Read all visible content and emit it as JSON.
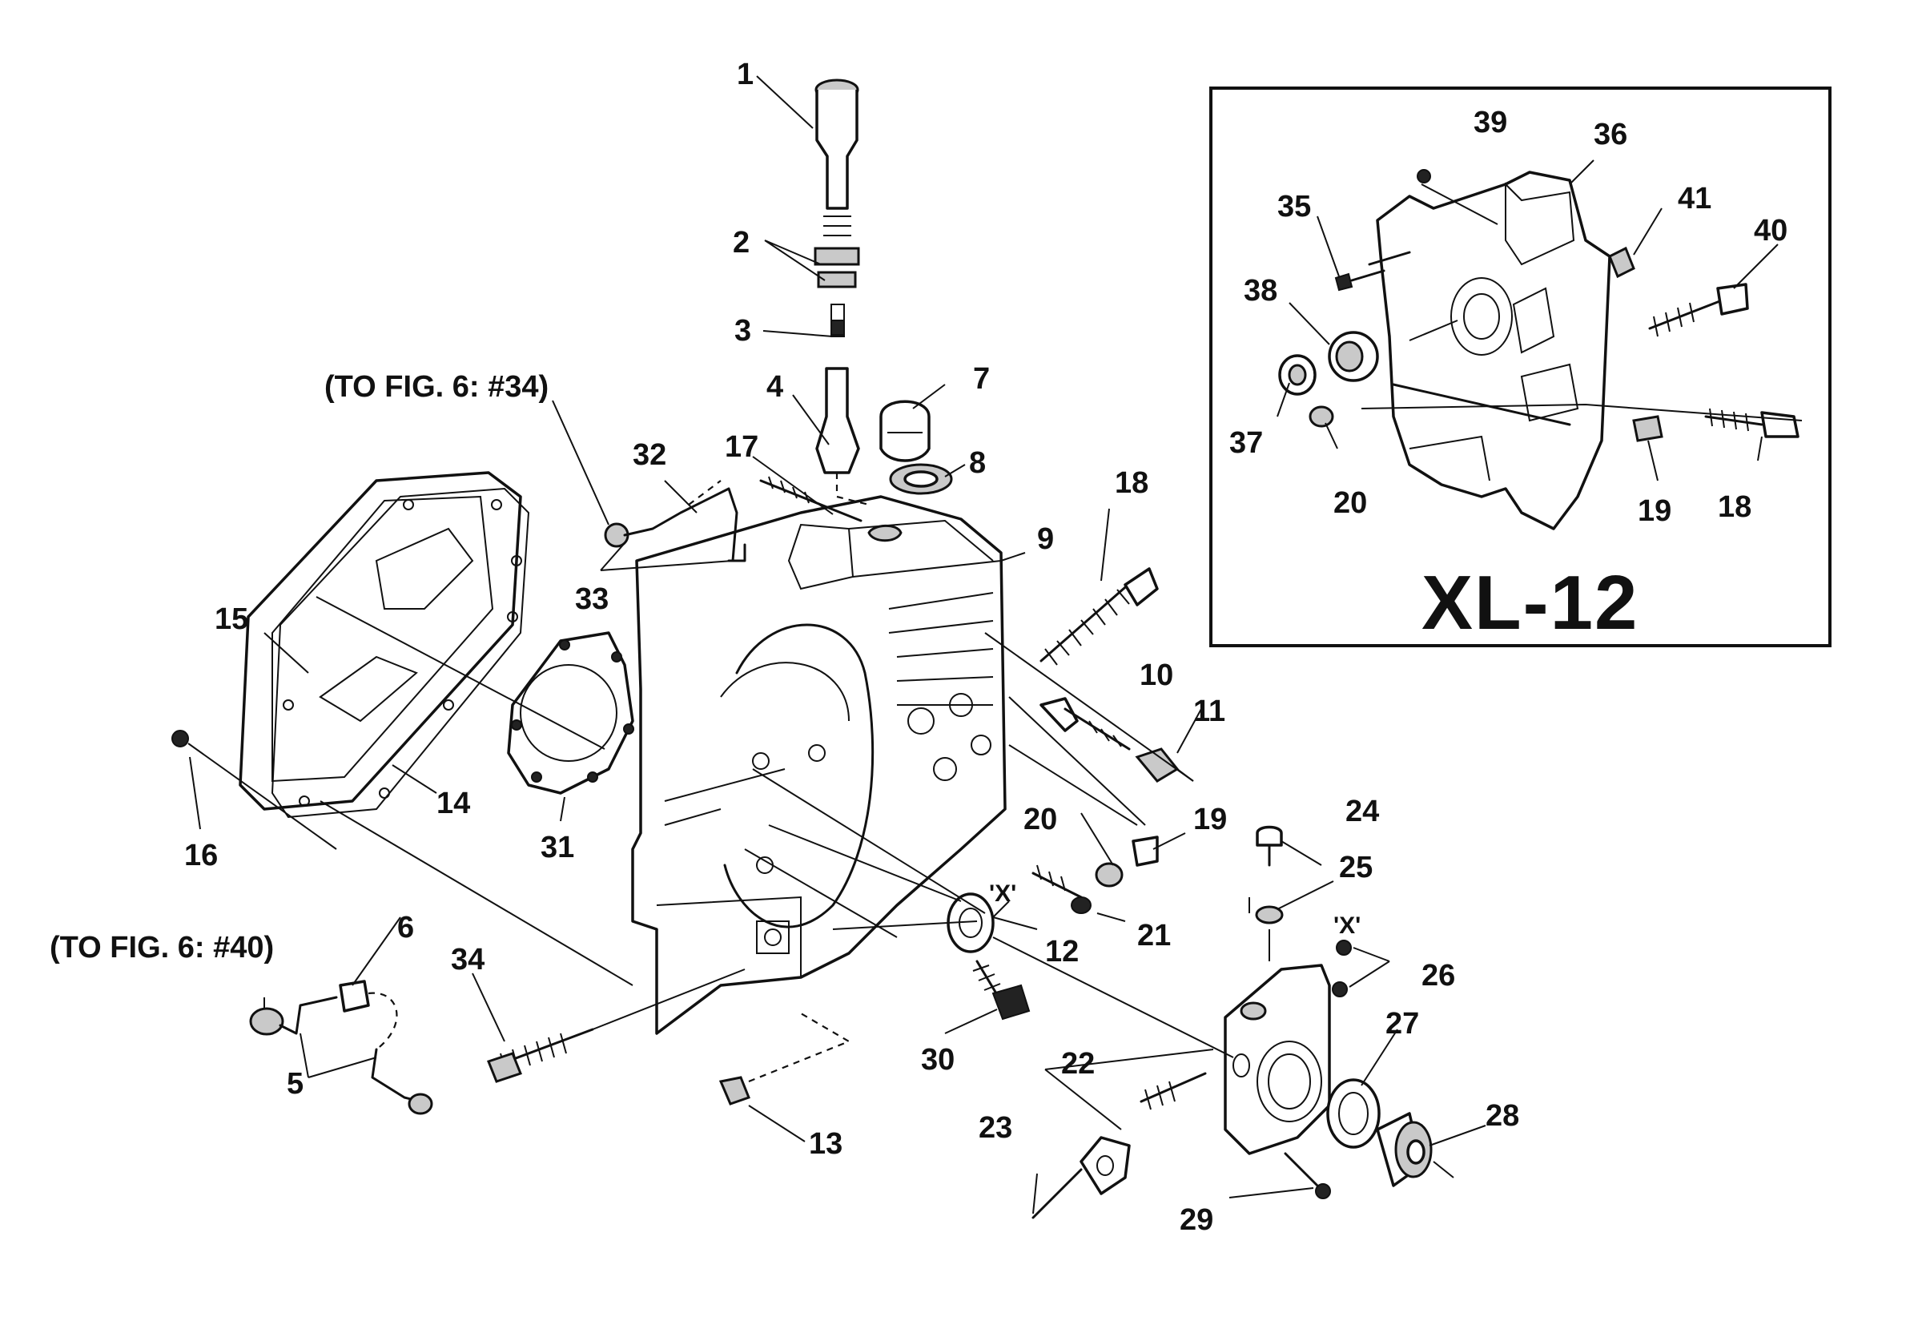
{
  "inset_title": "XL-12",
  "references": {
    "fig6_34": "(TO FIG. 6: #34)",
    "fig6_40": "(TO FIG. 6: #40)"
  },
  "marks": {
    "x1": "'X'",
    "x2": "'X'"
  },
  "labels": {
    "n1": "1",
    "n2": "2",
    "n3": "3",
    "n4": "4",
    "n5": "5",
    "n6": "6",
    "n7": "7",
    "n8": "8",
    "n9": "9",
    "n10": "10",
    "n11": "11",
    "n12": "12",
    "n13": "13",
    "n14": "14",
    "n15": "15",
    "n16": "16",
    "n17": "17",
    "n18": "18",
    "n19": "19",
    "n20": "20",
    "n21": "21",
    "n22": "22",
    "n23": "23",
    "n24": "24",
    "n25": "25",
    "n26": "26",
    "n27": "27",
    "n28": "28",
    "n29": "29",
    "n30": "30",
    "n31": "31",
    "n32": "32",
    "n33": "33",
    "n34": "34",
    "i18": "18",
    "i19": "19",
    "i20": "20",
    "i35": "35",
    "i36": "36",
    "i37": "37",
    "i38": "38",
    "i39": "39",
    "i40": "40",
    "i41": "41"
  }
}
